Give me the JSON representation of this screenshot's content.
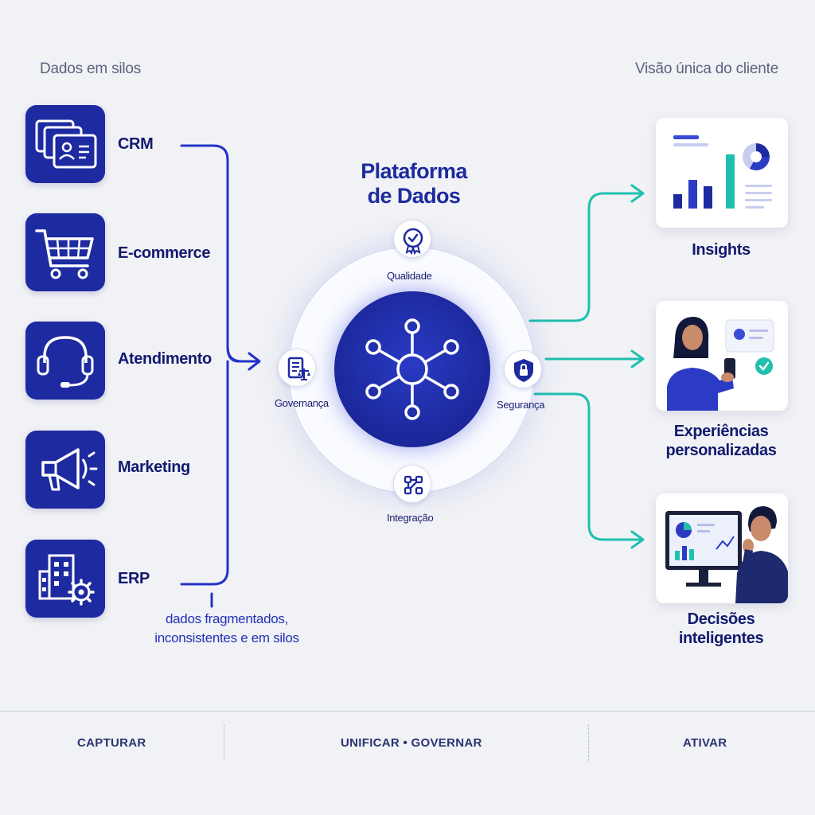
{
  "left_heading": "Dados em silos",
  "right_heading": "Visão única do cliente",
  "sources": [
    {
      "label": "CRM",
      "icon": "id-cards-icon"
    },
    {
      "label": "E-commerce",
      "icon": "shopping-cart-icon"
    },
    {
      "label": "Atendimento",
      "icon": "headset-icon"
    },
    {
      "label": "Marketing",
      "icon": "megaphone-icon"
    },
    {
      "label": "ERP",
      "icon": "building-gear-icon"
    }
  ],
  "fragmented_note": {
    "line1": "dados fragmentados,",
    "line2": "inconsistentes e em silos"
  },
  "platform": {
    "title_line1": "Plataforma",
    "title_line2": "de Dados",
    "core_icon": "network-hub-icon",
    "pillars": [
      {
        "label": "Qualidade",
        "icon": "quality-seal-icon"
      },
      {
        "label": "Governança",
        "icon": "governance-document-icon"
      },
      {
        "label": "Segurança",
        "icon": "shield-lock-icon"
      },
      {
        "label": "Integração",
        "icon": "integration-nodes-icon"
      }
    ]
  },
  "outputs": [
    {
      "label_line1": "Insights",
      "label_line2": "",
      "icon": "dashboard-chart-icon"
    },
    {
      "label_line1": "Experiências",
      "label_line2": "personalizadas",
      "icon": "woman-phone-icon"
    },
    {
      "label_line1": "Decisões",
      "label_line2": "inteligentes",
      "icon": "man-monitor-icon"
    }
  ],
  "footer": {
    "stage1": "CAPTURAR",
    "stage2": "UNIFICAR • GOVERNAR",
    "stage3": "ATIVAR"
  },
  "colors": {
    "navy": "#1d2aa0",
    "teal": "#1fc0b0",
    "background": "#f1f2f5"
  }
}
